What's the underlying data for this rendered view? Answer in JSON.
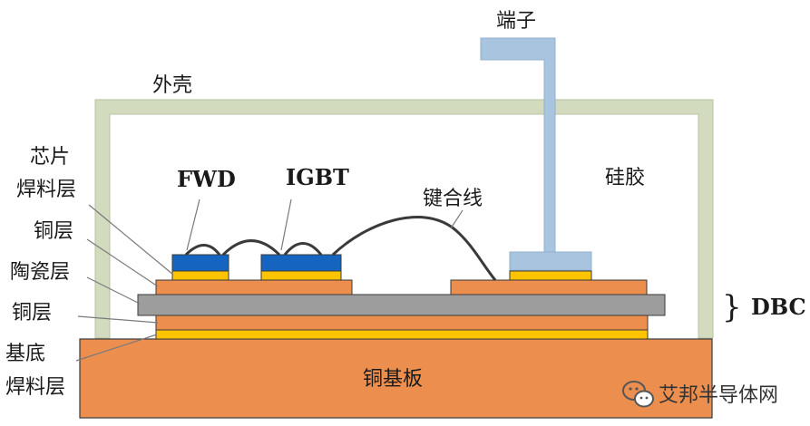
{
  "labels": {
    "terminal": "端子",
    "housing": "外壳",
    "silicone_gel": "硅胶",
    "bond_wire": "键合线",
    "chip_solder_line1": "芯片",
    "chip_solder_line2": "焊料层",
    "copper_upper": "铜层",
    "ceramic": "陶瓷层",
    "copper_lower": "铜层",
    "substrate_solder_line1": "基底",
    "substrate_solder_line2": "焊料层",
    "baseplate": "铜基板",
    "fwd": "FWD",
    "igbt": "IGBT",
    "dbc": "DBC",
    "dbc_brace": "}"
  },
  "watermark": {
    "text": "艾邦半导体网"
  },
  "colors": {
    "housing": "#d2dbbe",
    "terminal": "#a9c4df",
    "copper": "#ec8f4e",
    "solder": "#ffc400",
    "ceramic": "#9d9d9d",
    "chip": "#1565c0",
    "wire": "#3a3a3a",
    "outline": "#3a3a3a"
  }
}
